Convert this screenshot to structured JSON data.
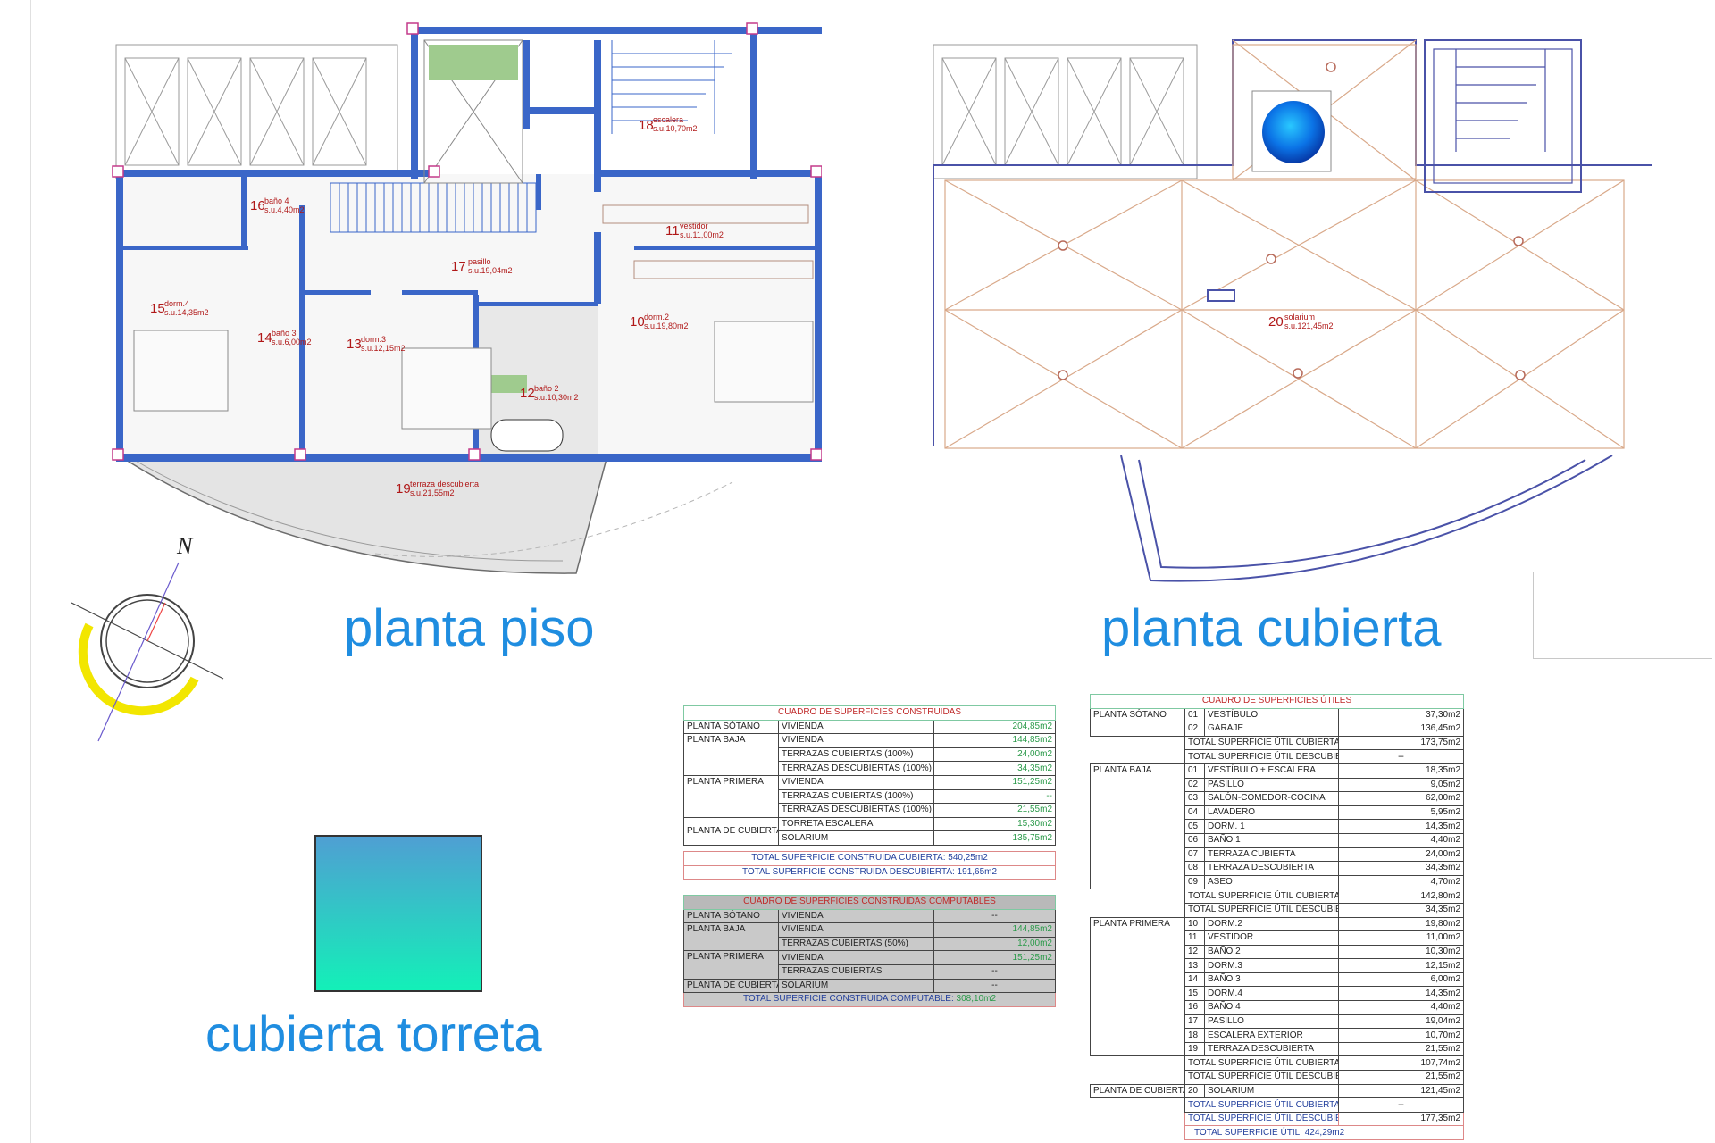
{
  "titles": {
    "planta_piso": "planta piso",
    "planta_cubierta": "planta cubierta",
    "cubierta_torreta": "cubierta torreta",
    "north": "N"
  },
  "colors": {
    "wall": "#3a66c8",
    "title": "#1f8de0",
    "room_label": "#b01818",
    "solarium_lines": "#d9a98a",
    "table_caption": "#c02a2a",
    "value_green": "#2b9a4a",
    "compass_arc": "#f2e600"
  },
  "rooms_piso": [
    {
      "num": "18",
      "name": "escalera",
      "area": "s.u.10,70m2"
    },
    {
      "num": "16",
      "name": "baño 4",
      "area": "s.u.4,40m2"
    },
    {
      "num": "11",
      "name": "vestidor",
      "area": "s.u.11,00m2"
    },
    {
      "num": "17",
      "name": "pasillo",
      "area": "s.u.19,04m2"
    },
    {
      "num": "15",
      "name": "dorm.4",
      "area": "s.u.14,35m2"
    },
    {
      "num": "14",
      "name": "baño 3",
      "area": "s.u.6,00m2"
    },
    {
      "num": "13",
      "name": "dorm.3",
      "area": "s.u.12,15m2"
    },
    {
      "num": "10",
      "name": "dorm.2",
      "area": "s.u.19,80m2"
    },
    {
      "num": "12",
      "name": "baño 2",
      "area": "s.u.10,30m2"
    },
    {
      "num": "19",
      "name": "terraza descubierta",
      "area": "s.u.21,55m2"
    }
  ],
  "rooms_cubierta": [
    {
      "num": "20",
      "name": "solarium",
      "area": "s.u.121,45m2"
    }
  ],
  "construidas": {
    "caption": "CUADRO DE SUPERFICIES CONSTRUIDAS",
    "rows": [
      {
        "planta": "PLANTA SÓTANO",
        "concepto": "VIVIENDA",
        "valor": "204,85m2"
      },
      {
        "planta": "PLANTA BAJA",
        "concepto": "VIVIENDA",
        "valor": "144,85m2"
      },
      {
        "planta": "",
        "concepto": "TERRAZAS CUBIERTAS (100%)",
        "valor": "24,00m2"
      },
      {
        "planta": "",
        "concepto": "TERRAZAS DESCUBIERTAS (100%)",
        "valor": "34,35m2"
      },
      {
        "planta": "PLANTA PRIMERA",
        "concepto": "VIVIENDA",
        "valor": "151,25m2"
      },
      {
        "planta": "",
        "concepto": "TERRAZAS CUBIERTAS (100%)",
        "valor": "--"
      },
      {
        "planta": "",
        "concepto": "TERRAZAS DESCUBIERTAS (100%)",
        "valor": "21,55m2"
      },
      {
        "planta": "PLANTA DE CUBIERTAS",
        "concepto": "TORRETA ESCALERA",
        "valor": "15,30m2"
      },
      {
        "planta": "",
        "concepto": "SOLARIUM",
        "valor": "135,75m2"
      }
    ],
    "total_cubierta": "TOTAL SUPERFICIE CONSTRUIDA CUBIERTA: 540,25m2",
    "total_descubierta": "TOTAL SUPERFICIE CONSTRUIDA DESCUBIERTA: 191,65m2"
  },
  "computables": {
    "caption": "CUADRO DE SUPERFICIES CONSTRUIDAS COMPUTABLES",
    "rows": [
      {
        "planta": "PLANTA SÓTANO",
        "concepto": "VIVIENDA",
        "valor": "--"
      },
      {
        "planta": "PLANTA BAJA",
        "concepto": "VIVIENDA",
        "valor": "144,85m2"
      },
      {
        "planta": "",
        "concepto": "TERRAZAS CUBIERTAS (50%)",
        "valor": "12,00m2"
      },
      {
        "planta": "PLANTA PRIMERA",
        "concepto": "VIVIENDA",
        "valor": "151,25m2"
      },
      {
        "planta": "",
        "concepto": "TERRAZAS CUBIERTAS",
        "valor": "--"
      },
      {
        "planta": "PLANTA DE CUBIERTAS",
        "concepto": "SOLARIUM",
        "valor": "--"
      }
    ],
    "total_label": "TOTAL SUPERFICIE CONSTRUIDA COMPUTABLE:",
    "total_value": "308,10m2"
  },
  "utiles": {
    "caption": "CUADRO DE SUPERFICIES ÚTILES",
    "sotano": {
      "planta": "PLANTA SÓTANO",
      "rows": [
        {
          "n": "01",
          "name": "VESTÍBULO",
          "val": "37,30m2"
        },
        {
          "n": "02",
          "name": "GARAJE",
          "val": "136,45m2"
        }
      ],
      "tot1": "TOTAL SUPERFICIE ÚTIL CUBIERTA PLANTA SÓTANO:",
      "tot1v": "173,75m2",
      "tot2": "TOTAL SUPERFICIE ÚTIL DESCUBIERTA PLANTA SÓTANO:",
      "tot2v": "--"
    },
    "baja": {
      "planta": "PLANTA BAJA",
      "rows": [
        {
          "n": "01",
          "name": "VESTÍBULO + ESCALERA",
          "val": "18,35m2"
        },
        {
          "n": "02",
          "name": "PASILLO",
          "val": "9,05m2"
        },
        {
          "n": "03",
          "name": "SALÓN-COMEDOR-COCINA",
          "val": "62,00m2"
        },
        {
          "n": "04",
          "name": "LAVADERO",
          "val": "5,95m2"
        },
        {
          "n": "05",
          "name": "DORM. 1",
          "val": "14,35m2"
        },
        {
          "n": "06",
          "name": "BAÑO 1",
          "val": "4,40m2"
        },
        {
          "n": "07",
          "name": "TERRAZA CUBIERTA",
          "val": "24,00m2"
        },
        {
          "n": "08",
          "name": "TERRAZA DESCUBIERTA",
          "val": "34,35m2"
        },
        {
          "n": "09",
          "name": "ASEO",
          "val": "4,70m2"
        }
      ],
      "tot1": "TOTAL SUPERFICIE ÚTIL CUBIERTA PLANTA BAJA:",
      "tot1v": "142,80m2",
      "tot2": "TOTAL SUPERFICIE ÚTIL DESCUBIERTA PLANTA BAJA:",
      "tot2v": "34,35m2"
    },
    "primera": {
      "planta": "PLANTA PRIMERA",
      "rows": [
        {
          "n": "10",
          "name": "DORM.2",
          "val": "19,80m2"
        },
        {
          "n": "11",
          "name": "VESTIDOR",
          "val": "11,00m2"
        },
        {
          "n": "12",
          "name": "BAÑO 2",
          "val": "10,30m2"
        },
        {
          "n": "13",
          "name": "DORM.3",
          "val": "12,15m2"
        },
        {
          "n": "14",
          "name": "BAÑO 3",
          "val": "6,00m2"
        },
        {
          "n": "15",
          "name": "DORM.4",
          "val": "14,35m2"
        },
        {
          "n": "16",
          "name": "BAÑO 4",
          "val": "4,40m2"
        },
        {
          "n": "17",
          "name": "PASILLO",
          "val": "19,04m2"
        },
        {
          "n": "18",
          "name": "ESCALERA EXTERIOR",
          "val": "10,70m2"
        },
        {
          "n": "19",
          "name": "TERRAZA DESCUBIERTA",
          "val": "21,55m2"
        }
      ],
      "tot1": "TOTAL SUPERFICIE ÚTIL CUBIERTA PLANTA PRIMERA:",
      "tot1v": "107,74m2",
      "tot2": "TOTAL SUPERFICIE ÚTIL DESCUBIERTA PLANTA PRIMERA:",
      "tot2v": "21,55m2"
    },
    "cubiertas": {
      "planta": "PLANTA DE CUBIERTAS",
      "rows": [
        {
          "n": "20",
          "name": "SOLARIUM",
          "val": "121,45m2"
        }
      ],
      "tot1": "TOTAL SUPERFICIE ÚTIL CUBIERTA PLANTA DE CUBIERTAS:",
      "tot1v": "--"
    },
    "total_descubierta": "TOTAL SUPERFICIE ÚTIL DESCUBIERTA :",
    "total_descubierta_v": "177,35m2",
    "total_util": "TOTAL SUPERFICIE ÚTIL: 424,29m2"
  }
}
